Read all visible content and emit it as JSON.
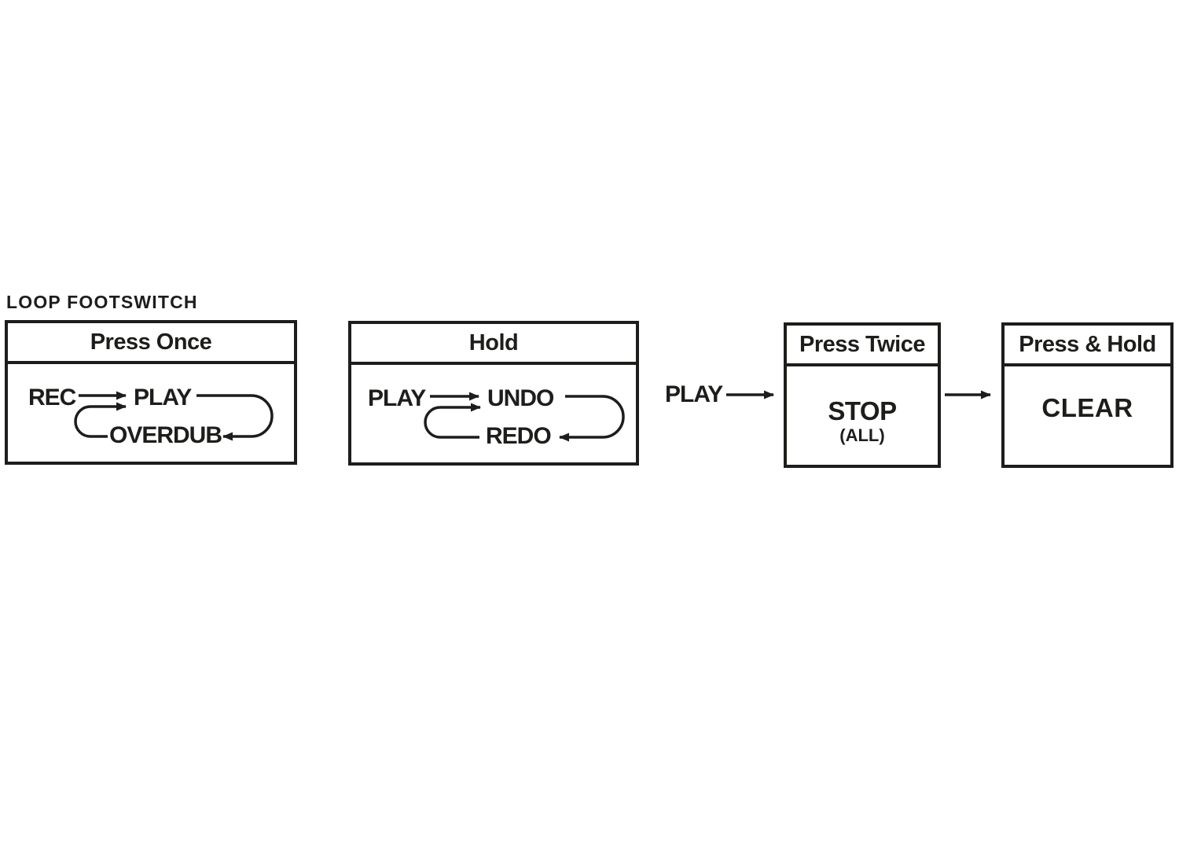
{
  "colors": {
    "ink": "#1d1d1b",
    "background": "#ffffff"
  },
  "title": "LOOP FOOTSWITCH",
  "boxes": {
    "press_once": {
      "header": "Press Once",
      "start": "REC",
      "state_a": "PLAY",
      "state_b": "OVERDUB"
    },
    "hold": {
      "header": "Hold",
      "start": "PLAY",
      "state_a": "UNDO",
      "state_b": "REDO"
    },
    "press_twice": {
      "header": "Press Twice",
      "incoming": "PLAY",
      "action": "STOP",
      "qualifier": "(ALL)"
    },
    "press_hold": {
      "header": "Press & Hold",
      "action": "CLEAR"
    }
  }
}
